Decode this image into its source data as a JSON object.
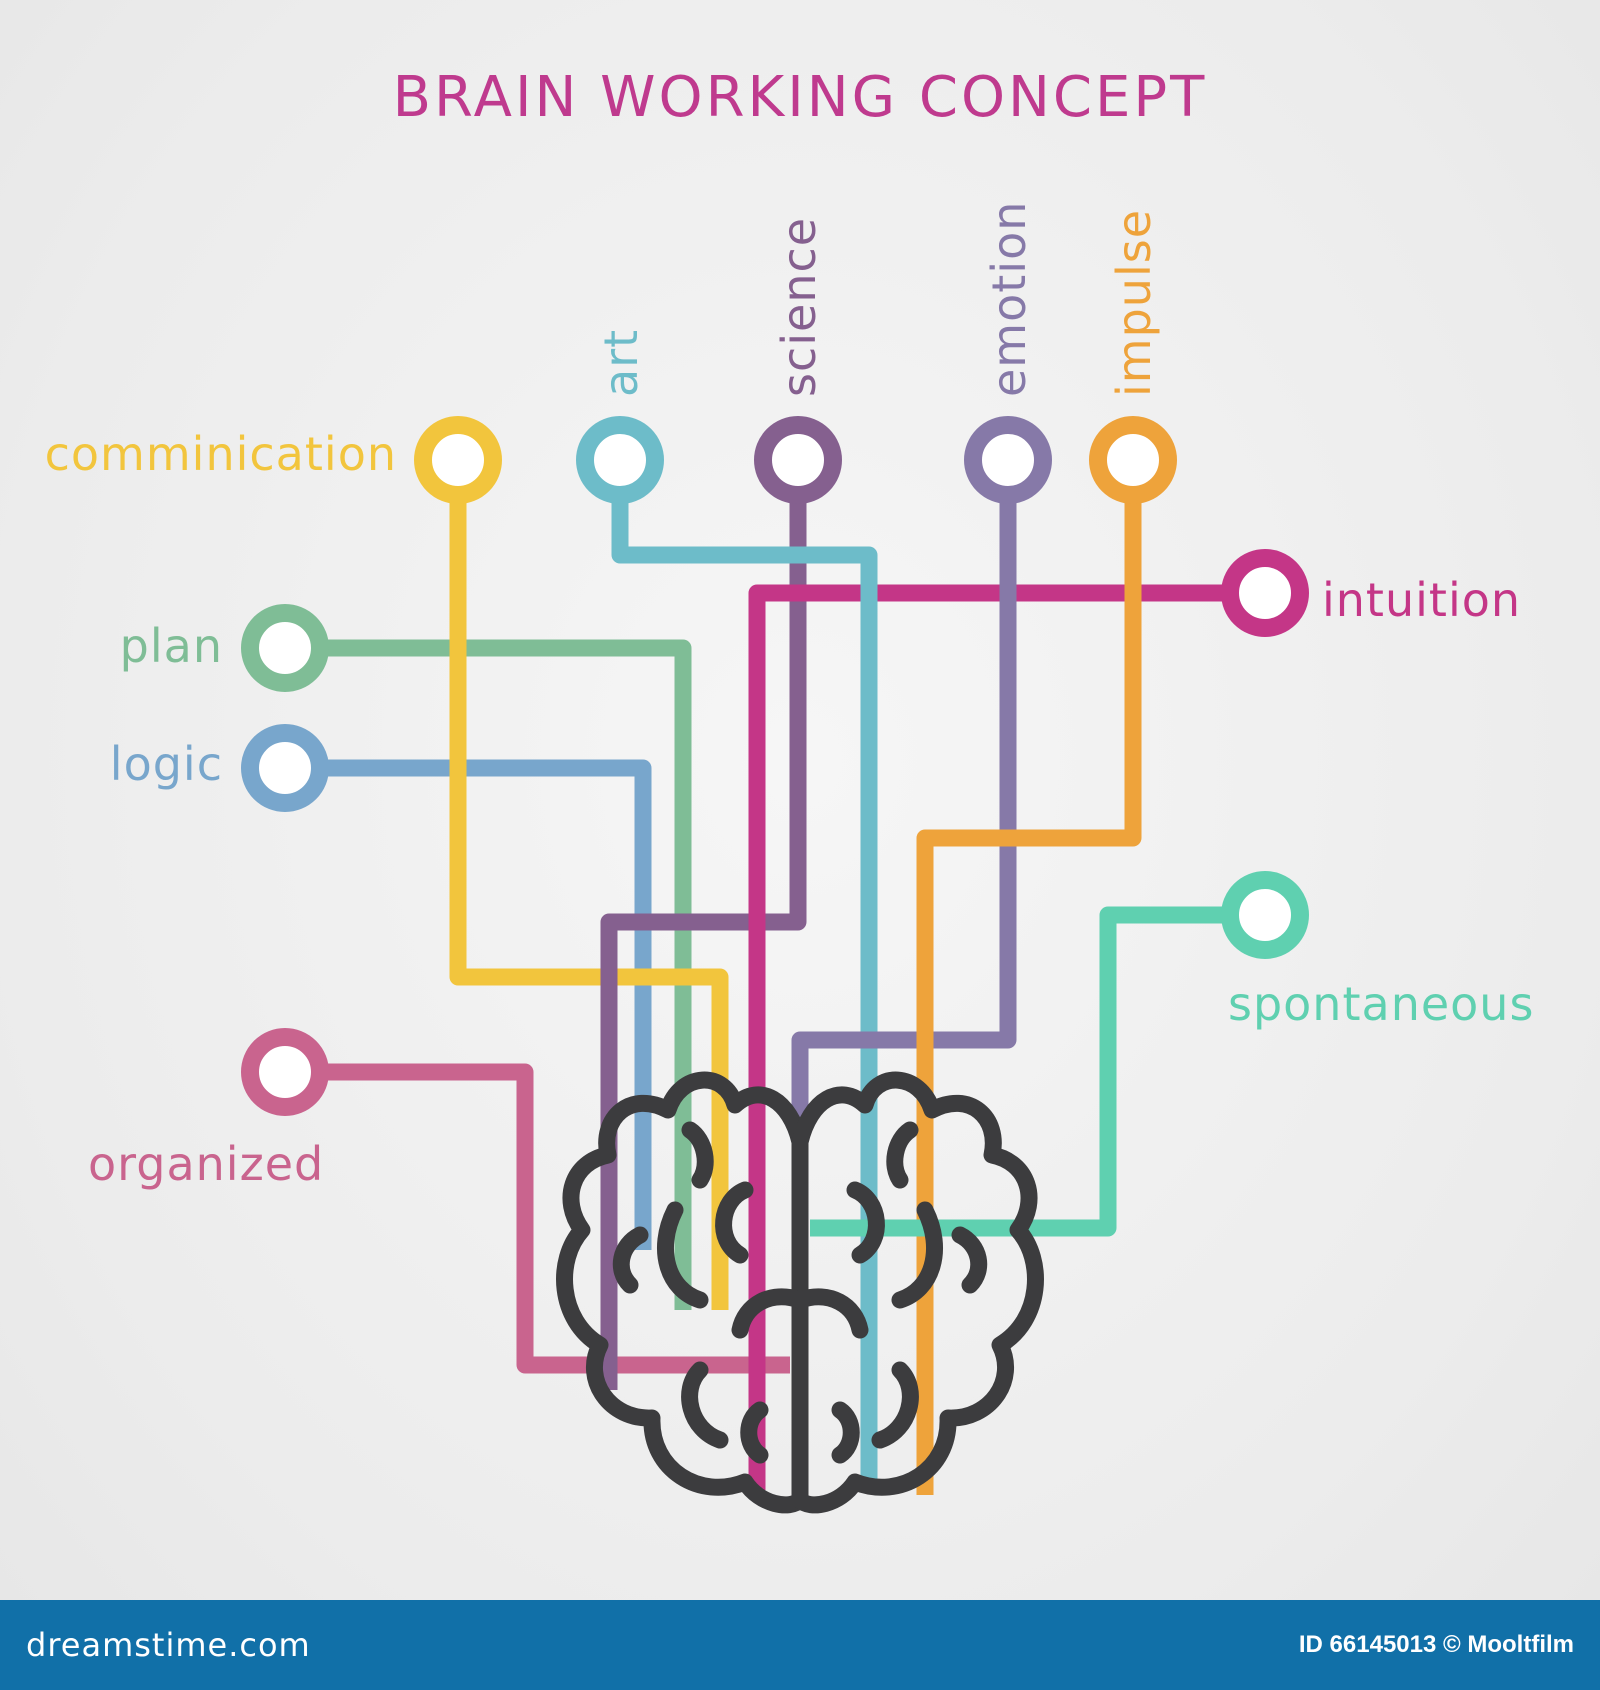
{
  "title": "BRAIN WORKING CONCEPT",
  "colors": {
    "title": "#bf3a8e",
    "brain": "#3c3c3e",
    "communication": "#f2c53d",
    "art": "#6dbcc9",
    "science": "#85608f",
    "emotion": "#8679a8",
    "impulse": "#eea33b",
    "intuition": "#c43687",
    "plan": "#7fbd96",
    "logic": "#78a6cc",
    "spontaneous": "#5fd0b0",
    "organized": "#c9648e",
    "footer_bg": "#1170a8"
  },
  "nodes": [
    {
      "id": "communication",
      "label": "comminication"
    },
    {
      "id": "art",
      "label": "art"
    },
    {
      "id": "science",
      "label": "science"
    },
    {
      "id": "emotion",
      "label": "emotion"
    },
    {
      "id": "impulse",
      "label": "impulse"
    },
    {
      "id": "intuition",
      "label": "intuition"
    },
    {
      "id": "plan",
      "label": "plan"
    },
    {
      "id": "logic",
      "label": "logic"
    },
    {
      "id": "spontaneous",
      "label": "spontaneous"
    },
    {
      "id": "organized",
      "label": "organized"
    }
  ],
  "edges": [
    {
      "from": "communication",
      "to": "brain"
    },
    {
      "from": "art",
      "to": "brain"
    },
    {
      "from": "science",
      "to": "brain"
    },
    {
      "from": "emotion",
      "to": "brain"
    },
    {
      "from": "impulse",
      "to": "brain"
    },
    {
      "from": "intuition",
      "to": "brain"
    },
    {
      "from": "plan",
      "to": "brain"
    },
    {
      "from": "logic",
      "to": "brain"
    },
    {
      "from": "spontaneous",
      "to": "brain"
    },
    {
      "from": "organized",
      "to": "brain"
    }
  ],
  "footer": {
    "brand": "dreamstime.com",
    "credit": "ID 66145013 © Mooltfilm"
  }
}
